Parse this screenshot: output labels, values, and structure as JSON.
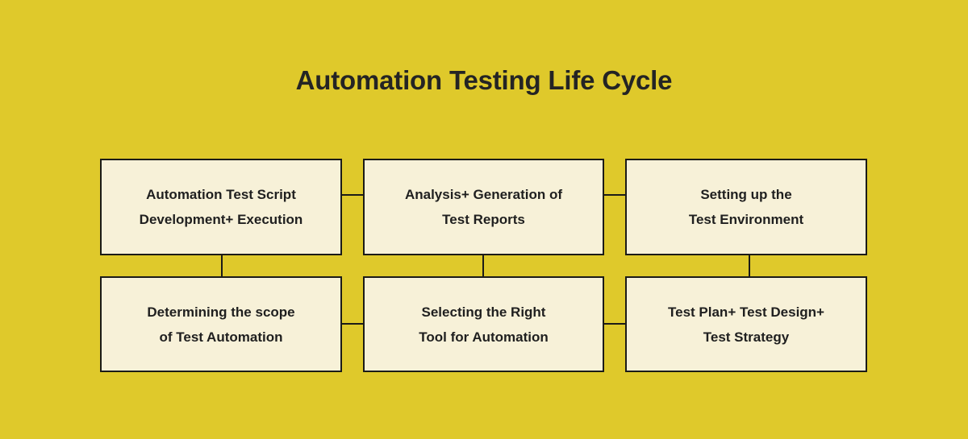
{
  "page": {
    "title": "Automation Testing Life Cycle",
    "background_color": "#dfc92b",
    "box_fill_color": "#f7f1d8",
    "border_color": "#1b1b18",
    "text_color": "#1f1f1f"
  },
  "diagram": {
    "type": "flowchart",
    "layout": "3-column x 2-row grid, serpentine flow",
    "nodes": [
      {
        "id": "n1",
        "label": "Automation Test Script\nDevelopment+ Execution",
        "row": 1,
        "col": 1
      },
      {
        "id": "n2",
        "label": "Analysis+ Generation of\nTest Reports",
        "row": 1,
        "col": 2
      },
      {
        "id": "n3",
        "label": "Setting up the\nTest Environment",
        "row": 1,
        "col": 3
      },
      {
        "id": "n4",
        "label": "Determining the scope\nof Test Automation",
        "row": 2,
        "col": 1
      },
      {
        "id": "n5",
        "label": "Selecting the Right\nTool for Automation",
        "row": 2,
        "col": 2
      },
      {
        "id": "n6",
        "label": "Test Plan+ Test Design+\nTest Strategy",
        "row": 2,
        "col": 3
      }
    ],
    "connectors": [
      {
        "id": "c1",
        "from": "n1",
        "to": "n2",
        "orientation": "horizontal"
      },
      {
        "id": "c2",
        "from": "n2",
        "to": "n3",
        "orientation": "horizontal"
      },
      {
        "id": "c3",
        "from": "n4",
        "to": "n5",
        "orientation": "horizontal"
      },
      {
        "id": "c4",
        "from": "n5",
        "to": "n6",
        "orientation": "horizontal"
      },
      {
        "id": "c5",
        "from": "n1",
        "to": "n4",
        "orientation": "vertical"
      },
      {
        "id": "c6",
        "from": "n2",
        "to": "n5",
        "orientation": "vertical"
      },
      {
        "id": "c7",
        "from": "n3",
        "to": "n6",
        "orientation": "vertical"
      }
    ]
  }
}
